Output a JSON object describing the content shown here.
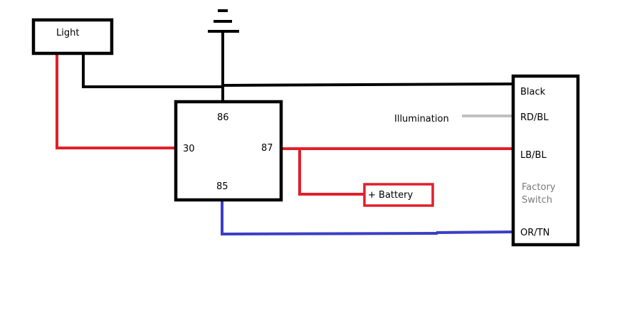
{
  "components": {
    "light": {
      "label": "Light"
    },
    "relay": {
      "pin_86": "86",
      "pin_30": "30",
      "pin_87": "87",
      "pin_85": "85"
    },
    "battery": {
      "label": "+ Battery"
    },
    "factory_switch": {
      "label_line1": "Factory",
      "label_line2": "Switch",
      "pin_black": "Black",
      "pin_rd_bl": "RD/BL",
      "pin_lb_bl": "LB/BL",
      "pin_or_tn": "OR/TN"
    },
    "illumination": {
      "label": "Illumination"
    }
  },
  "colors": {
    "black_wire": "#000000",
    "red_wire": "#e0202a",
    "blue_wire": "#3a3fc4",
    "grey_wire": "#c0c0c0",
    "battery_border": "#e0202a",
    "grey_text": "#7a7a7a"
  }
}
